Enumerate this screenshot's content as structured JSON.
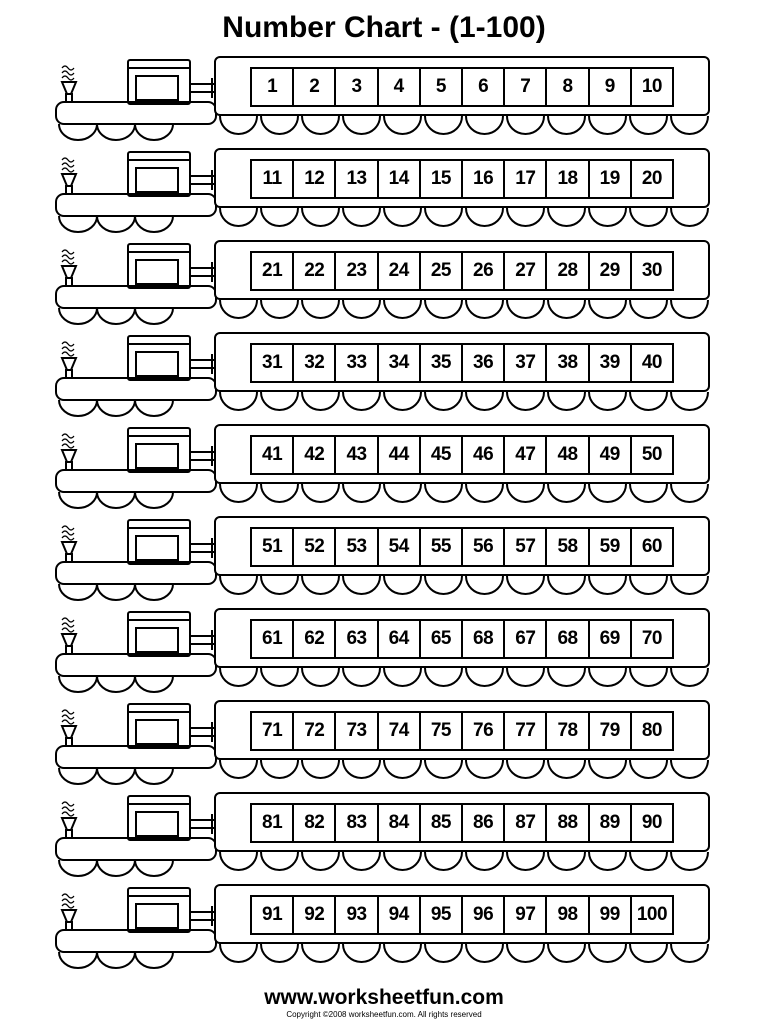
{
  "title": "Number Chart - (1-100)",
  "rows": [
    [
      "1",
      "2",
      "3",
      "4",
      "5",
      "6",
      "7",
      "8",
      "9",
      "10"
    ],
    [
      "11",
      "12",
      "13",
      "14",
      "15",
      "16",
      "17",
      "18",
      "19",
      "20"
    ],
    [
      "21",
      "22",
      "23",
      "24",
      "25",
      "26",
      "27",
      "28",
      "29",
      "30"
    ],
    [
      "31",
      "32",
      "33",
      "34",
      "35",
      "36",
      "37",
      "38",
      "39",
      "40"
    ],
    [
      "41",
      "42",
      "43",
      "44",
      "45",
      "46",
      "47",
      "48",
      "49",
      "50"
    ],
    [
      "51",
      "52",
      "53",
      "54",
      "55",
      "56",
      "57",
      "58",
      "59",
      "60"
    ],
    [
      "61",
      "62",
      "63",
      "64",
      "65",
      "68",
      "67",
      "68",
      "69",
      "70"
    ],
    [
      "71",
      "72",
      "73",
      "74",
      "75",
      "76",
      "77",
      "78",
      "79",
      "80"
    ],
    [
      "81",
      "82",
      "83",
      "84",
      "85",
      "86",
      "87",
      "88",
      "89",
      "90"
    ],
    [
      "91",
      "92",
      "93",
      "94",
      "95",
      "96",
      "97",
      "98",
      "99",
      "100"
    ]
  ],
  "footer": {
    "url": "www.worksheetfun.com",
    "copyright": "Copyright ©2008 worksheetfun.com. All rights reserved"
  }
}
